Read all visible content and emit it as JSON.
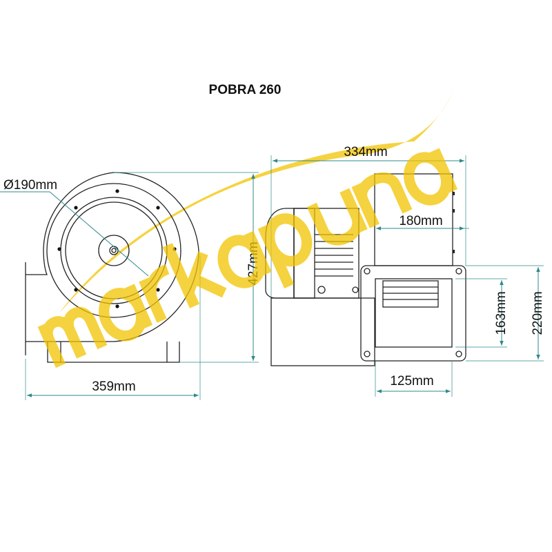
{
  "title": "POBRA 260",
  "watermark": "markapuna",
  "dimensions": {
    "diameter": "Ø190mm",
    "height_side": "427mm",
    "width_side": "359mm",
    "length_total": "334mm",
    "housing_width": "180mm",
    "outlet_inner_height": "163mm",
    "outlet_flange_height": "220mm",
    "outlet_inner_width": "125mm"
  },
  "colors": {
    "dimension": "#2f8a8a",
    "watermark": "#f2c400",
    "outline": "#222222"
  }
}
